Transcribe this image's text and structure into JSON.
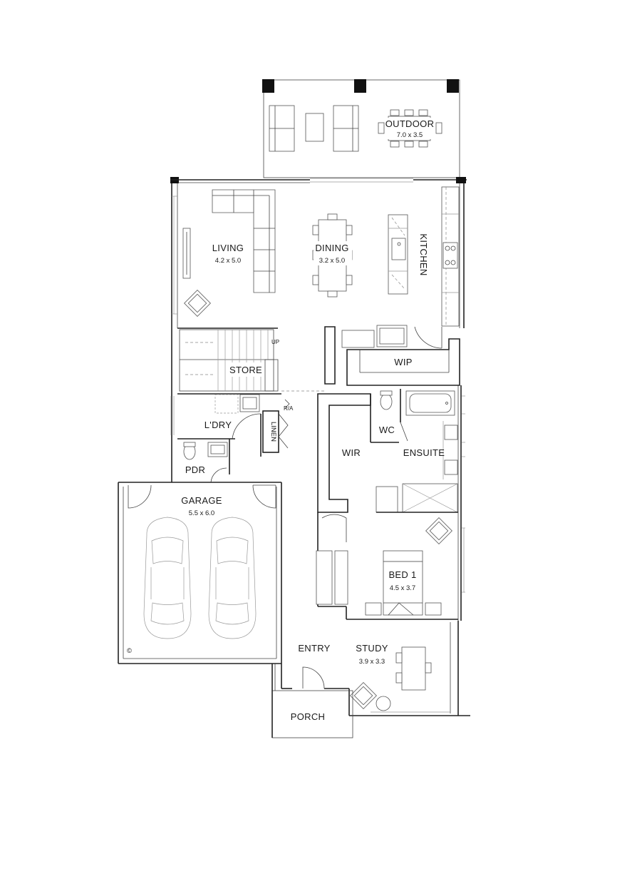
{
  "rooms": {
    "outdoor": {
      "name": "OUTDOOR",
      "size": "7.0 x 3.5"
    },
    "living": {
      "name": "LIVING",
      "size": "4.2 x 5.0"
    },
    "dining": {
      "name": "DINING",
      "size": "3.2 x 5.0"
    },
    "kitchen": {
      "name": "KITCHEN"
    },
    "store": {
      "name": "STORE"
    },
    "wip": {
      "name": "WIP"
    },
    "laundry": {
      "name": "L'DRY"
    },
    "linen": {
      "name": "LINEN"
    },
    "wc": {
      "name": "WC"
    },
    "wir": {
      "name": "WIR"
    },
    "ensuite": {
      "name": "ENSUITE"
    },
    "pdr": {
      "name": "PDR"
    },
    "garage": {
      "name": "GARAGE",
      "size": "5.5 x 6.0"
    },
    "bed1": {
      "name": "BED 1",
      "size": "4.5 x 3.7"
    },
    "entry": {
      "name": "ENTRY"
    },
    "study": {
      "name": "STUDY",
      "size": "3.9 x 3.3"
    },
    "porch": {
      "name": "PORCH"
    }
  },
  "annotations": {
    "stair_up": "UP",
    "return_air": "R/A",
    "copyright": "©"
  }
}
